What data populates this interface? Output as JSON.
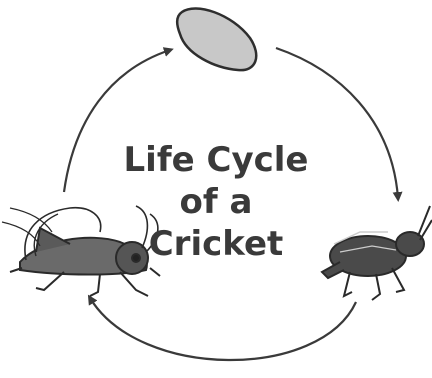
{
  "diagram": {
    "title_lines": [
      "Life Cycle",
      "of a",
      "Cricket"
    ],
    "stages": [
      {
        "name": "egg-icon"
      },
      {
        "name": "nymph-icon"
      },
      {
        "name": "adult-cricket-icon"
      }
    ],
    "colors": {
      "ink": "#3a3a3a",
      "egg_fill": "#c8c8c8",
      "body_fill": "#4a4a4a"
    }
  }
}
